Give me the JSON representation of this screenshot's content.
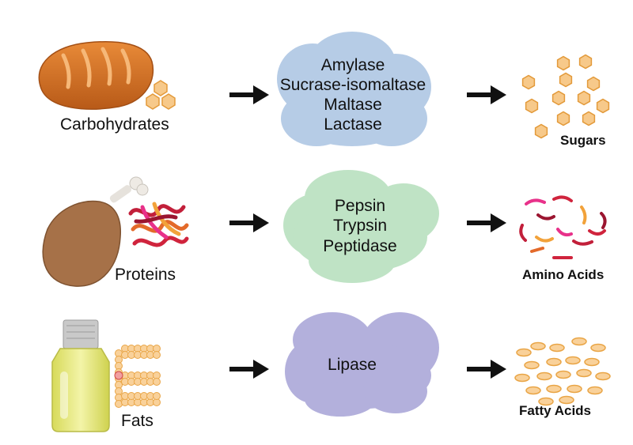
{
  "rows": [
    {
      "food": "Carbohydrates",
      "enzymes": [
        "Amylase",
        "Sucrase-isomaltase",
        "Maltase",
        "Lactase"
      ],
      "product": "Sugars",
      "cloud_color": "#b6cce6"
    },
    {
      "food": "Proteins",
      "enzymes": [
        "Pepsin",
        "Trypsin",
        "Peptidase"
      ],
      "product": "Amino Acids",
      "cloud_color": "#bfe3c5"
    },
    {
      "food": "Fats",
      "enzymes": [
        "Lipase"
      ],
      "product": "Fatty Acids",
      "cloud_color": "#b3b0dc"
    }
  ],
  "colors": {
    "arrow": "#111111",
    "sugar": "#f7c98a",
    "sugar_stroke": "#e39a3a",
    "fatty_acid": "#f9d19a",
    "fatty_acid_stroke": "#e9a546",
    "bread": "#d9762a",
    "drumstick": "#a67148",
    "oil": "#e6e87a"
  },
  "icons": {
    "carbohydrates": "bread-icon",
    "proteins": "drumstick-icon",
    "fats": "oil-bottle-icon"
  }
}
